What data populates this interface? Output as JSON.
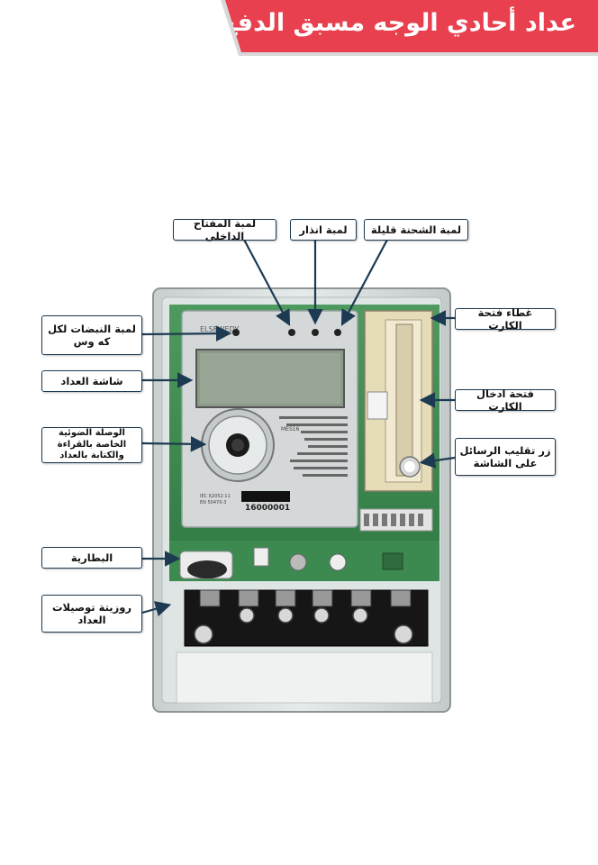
{
  "title": "عداد أحادي الوجه مسبق الدفع",
  "labels": {
    "internal_key_lamp": "لمبة المفتاح الداخلى",
    "alarm_lamp": "لمبة انذار",
    "low_charge_lamp": "لمبة الشحنة قليلة",
    "pulse_lamp": "لمبة النبضات لكل كه وس",
    "meter_screen": "شاشة العداد",
    "optical_port": "الوصلة الضوئية الخاصة بالقراءة والكتابة بالعداد",
    "battery": "البطارية",
    "terminal_block": "روزيتة توصيلات العداد",
    "card_slot_cover": "غطاء فتحة الكارت",
    "card_slot": "فتحة ادخال الكارت",
    "scroll_button": "زر تقليب الرسائل على الشاشة"
  },
  "meter": {
    "brand": "ELSEWEDY",
    "model": "MES16",
    "standard": "IEC 62052-11",
    "standard2": "EN 50470-3",
    "serial": "16000001"
  },
  "colors": {
    "banner": "#e8404f",
    "arrow": "#1c3a52",
    "label_border": "#1c3a52"
  }
}
